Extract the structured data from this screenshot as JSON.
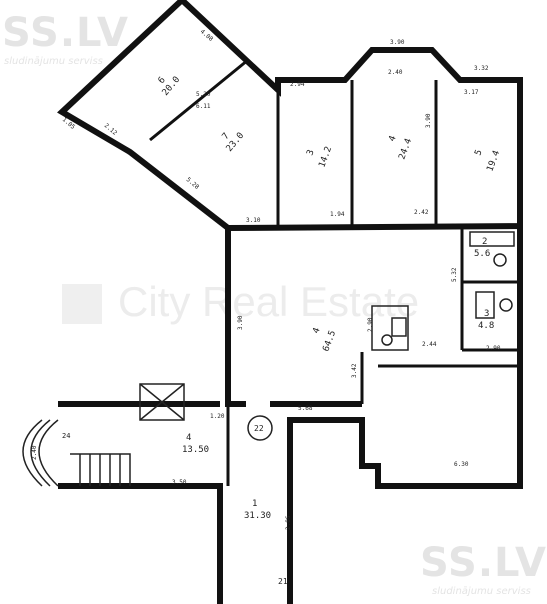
{
  "watermarks": {
    "top_left_logo": "SS.LV",
    "top_left_sub": "sludinājumu serviss",
    "center": "City Real Estate",
    "bottom_right_logo": "SS.LV",
    "bottom_right_sub": "sludinājumu serviss"
  },
  "rooms": [
    {
      "num": "6",
      "area": "20.0"
    },
    {
      "num": "7",
      "area": "23.0"
    },
    {
      "num": "3",
      "area": "14.2"
    },
    {
      "num": "4",
      "area": "24.4"
    },
    {
      "num": "5",
      "area": "19.4"
    },
    {
      "num": "4",
      "area": "64.5"
    },
    {
      "num": "2",
      "area": "5.6"
    },
    {
      "num": "3",
      "area": "4.8"
    },
    {
      "num": "4",
      "area": "13.50"
    },
    {
      "num": "1",
      "area": "31.30"
    },
    {
      "num": "22",
      "area": ""
    },
    {
      "num": "21",
      "area": ""
    },
    {
      "num": "24",
      "area": ""
    }
  ],
  "dimensions": [
    "4.08",
    "5.20",
    "6.11",
    "5.28",
    "3.90",
    "2.94",
    "2.40",
    "3.32",
    "3.90",
    "3.17",
    "3.10",
    "1.94",
    "2.42",
    "3.90",
    "2.44",
    "5.32",
    "2.90",
    "3.42",
    "5.68",
    "6.30",
    "3.50",
    "2.86",
    "2.12",
    "1.05",
    "1.20",
    "2.40",
    "2.90"
  ]
}
